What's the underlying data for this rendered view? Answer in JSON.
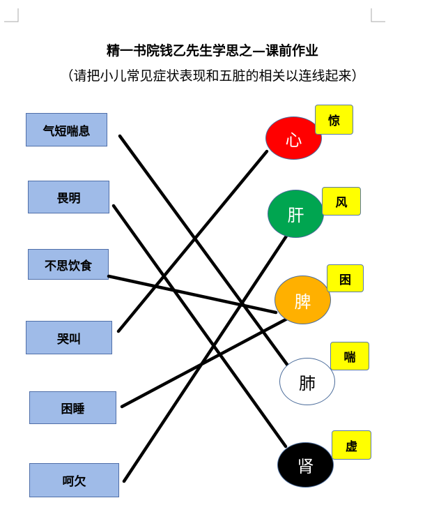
{
  "title": "精一书院钱乙先生学思之—课前作业",
  "subtitle": "（请把小儿常见症状表现和五脏的相关以连线起来）",
  "symptoms": [
    "气短喘息",
    "畏明",
    "不思饮食",
    "哭叫",
    "困睡",
    "呵欠"
  ],
  "organs": [
    {
      "label": "心",
      "color": "#ff0000",
      "text_color": "#ffffff",
      "tag": "惊"
    },
    {
      "label": "肝",
      "color": "#00a550",
      "text_color": "#ffffff",
      "tag": "风"
    },
    {
      "label": "脾",
      "color": "#ffb000",
      "text_color": "#ffffff",
      "tag": "困"
    },
    {
      "label": "肺",
      "color": "#ffffff",
      "text_color": "#000000",
      "tag": "喘"
    },
    {
      "label": "肾",
      "color": "#000000",
      "text_color": "#ffffff",
      "tag": "虚"
    }
  ],
  "connections": [
    {
      "symptom": "气短喘息",
      "organ": "肺"
    },
    {
      "symptom": "畏明",
      "organ": "肾"
    },
    {
      "symptom": "不思饮食",
      "organ": "脾"
    },
    {
      "symptom": "哭叫",
      "organ": "心"
    },
    {
      "symptom": "困睡",
      "organ": "脾"
    },
    {
      "symptom": "呵欠",
      "organ": "肝"
    }
  ]
}
